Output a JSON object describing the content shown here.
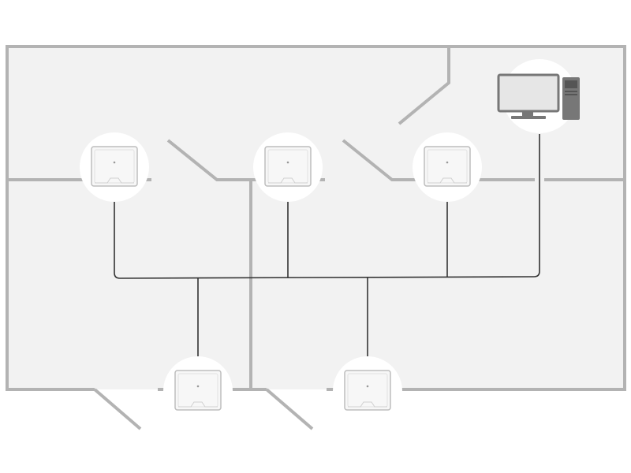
{
  "diagram": {
    "type": "floor-plan network topology",
    "colors": {
      "wall": "#b3b3b3",
      "floor": "#f2f2f2",
      "cable": "#333333",
      "device_halo": "#ffffff",
      "computer": "#777777"
    },
    "nodes": [
      {
        "id": "ap-1",
        "icon": "access-point-icon"
      },
      {
        "id": "ap-2",
        "icon": "access-point-icon"
      },
      {
        "id": "ap-3",
        "icon": "access-point-icon"
      },
      {
        "id": "ap-4",
        "icon": "access-point-icon"
      },
      {
        "id": "ap-5",
        "icon": "access-point-icon"
      },
      {
        "id": "computer",
        "icon": "desktop-computer-icon"
      }
    ]
  }
}
